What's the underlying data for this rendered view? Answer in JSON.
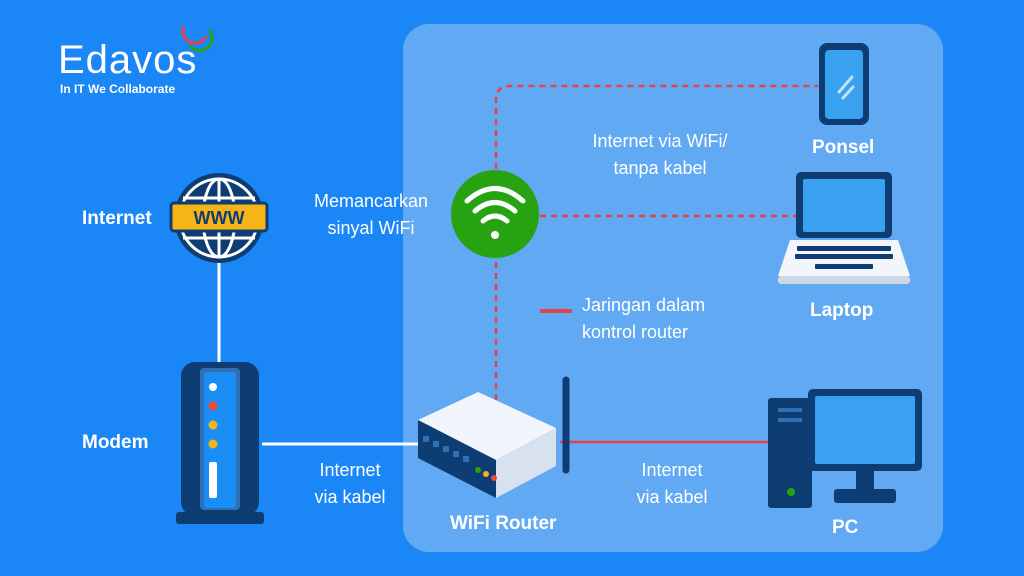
{
  "brand": {
    "name": "Edavos",
    "tagline": "In IT We Collaborate"
  },
  "nodes": {
    "internet": "Internet",
    "www": "WWW",
    "modem": "Modem",
    "router": "WiFi Router",
    "phone": "Ponsel",
    "laptop": "Laptop",
    "pc": "PC"
  },
  "labels": {
    "broadcast": [
      "Memancarkan",
      "sinyal WiFi"
    ],
    "wifi_link": [
      "Internet via WiFi/",
      "tanpa kabel"
    ],
    "legend": [
      "Jaringan dalam",
      "kontrol router"
    ],
    "cable_modem": [
      "Internet",
      "via kabel"
    ],
    "cable_pc": [
      "Internet",
      "via kabel"
    ]
  },
  "colors": {
    "background": "#1b86f5",
    "panel": "#61a9f3",
    "router_network": "#e54346",
    "wifi_green": "#27a312"
  }
}
